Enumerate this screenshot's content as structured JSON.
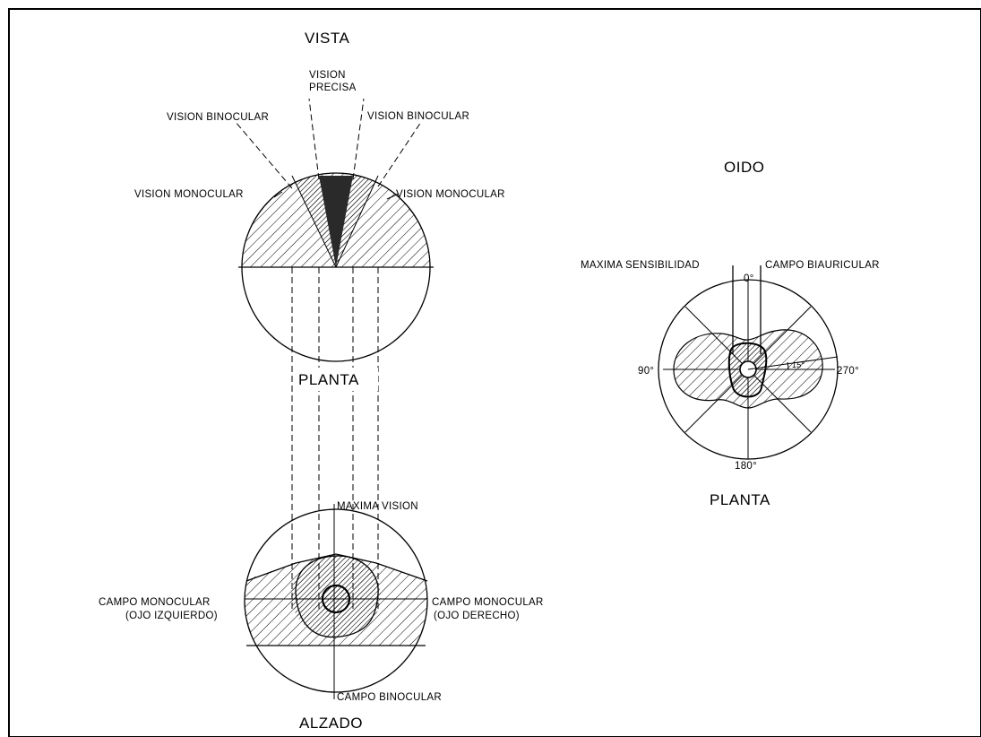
{
  "vista": {
    "title": "VISTA",
    "vision_precisa": [
      "VISION",
      "PRECISA"
    ],
    "vision_binocular_left": "VISION  BINOCULAR",
    "vision_binocular_right": "VISION  BINOCULAR",
    "vision_monocular_left": "VISION  MONOCULAR",
    "vision_monocular_right": "VISION  MONOCULAR",
    "planta_label": "PLANTA"
  },
  "alzado": {
    "maxima_vision": "MAXIMA  VISION",
    "campo_monocular_left": [
      "CAMPO  MONOCULAR",
      "(OJO  IZQUIERDO)"
    ],
    "campo_monocular_right": [
      "CAMPO  MONOCULAR",
      "(OJO  DERECHO)"
    ],
    "campo_binocular": "CAMPO  BINOCULAR",
    "title": "ALZADO"
  },
  "oido": {
    "title": "OIDO",
    "maxima_sensibilidad": "MAXIMA  SENSIBILIDAD",
    "campo_biauricular": "CAMPO  BIAURICULAR",
    "angle_0": "0°",
    "angle_90": "90°",
    "angle_180": "180°",
    "angle_270": "270°",
    "angle_small": "15°",
    "planta_label": "PLANTA"
  },
  "colors": {
    "ink": "#000000",
    "paper": "#ffffff",
    "dark_fill": "#2a2a2a"
  }
}
